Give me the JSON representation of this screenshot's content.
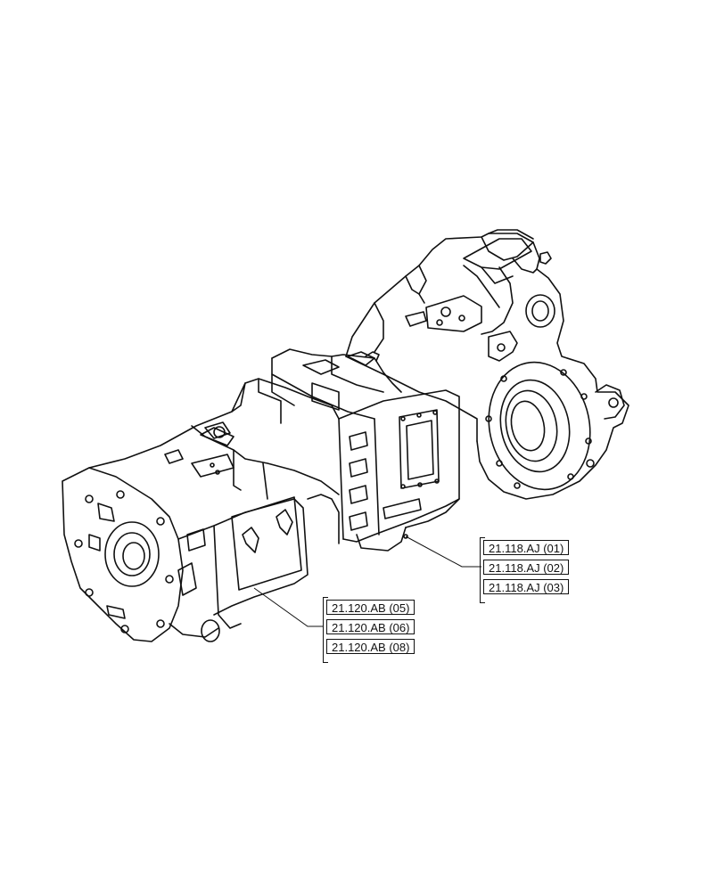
{
  "callouts_right": {
    "items": [
      {
        "label": "21.118.AJ (01)"
      },
      {
        "label": "21.118.AJ (02)"
      },
      {
        "label": "21.118.AJ (03)"
      }
    ]
  },
  "callouts_left": {
    "items": [
      {
        "label": "21.120.AB (05)"
      },
      {
        "label": "21.120.AB (06)"
      },
      {
        "label": "21.120.AB (08)"
      }
    ]
  },
  "colors": {
    "line": "#111111",
    "background": "#ffffff"
  }
}
